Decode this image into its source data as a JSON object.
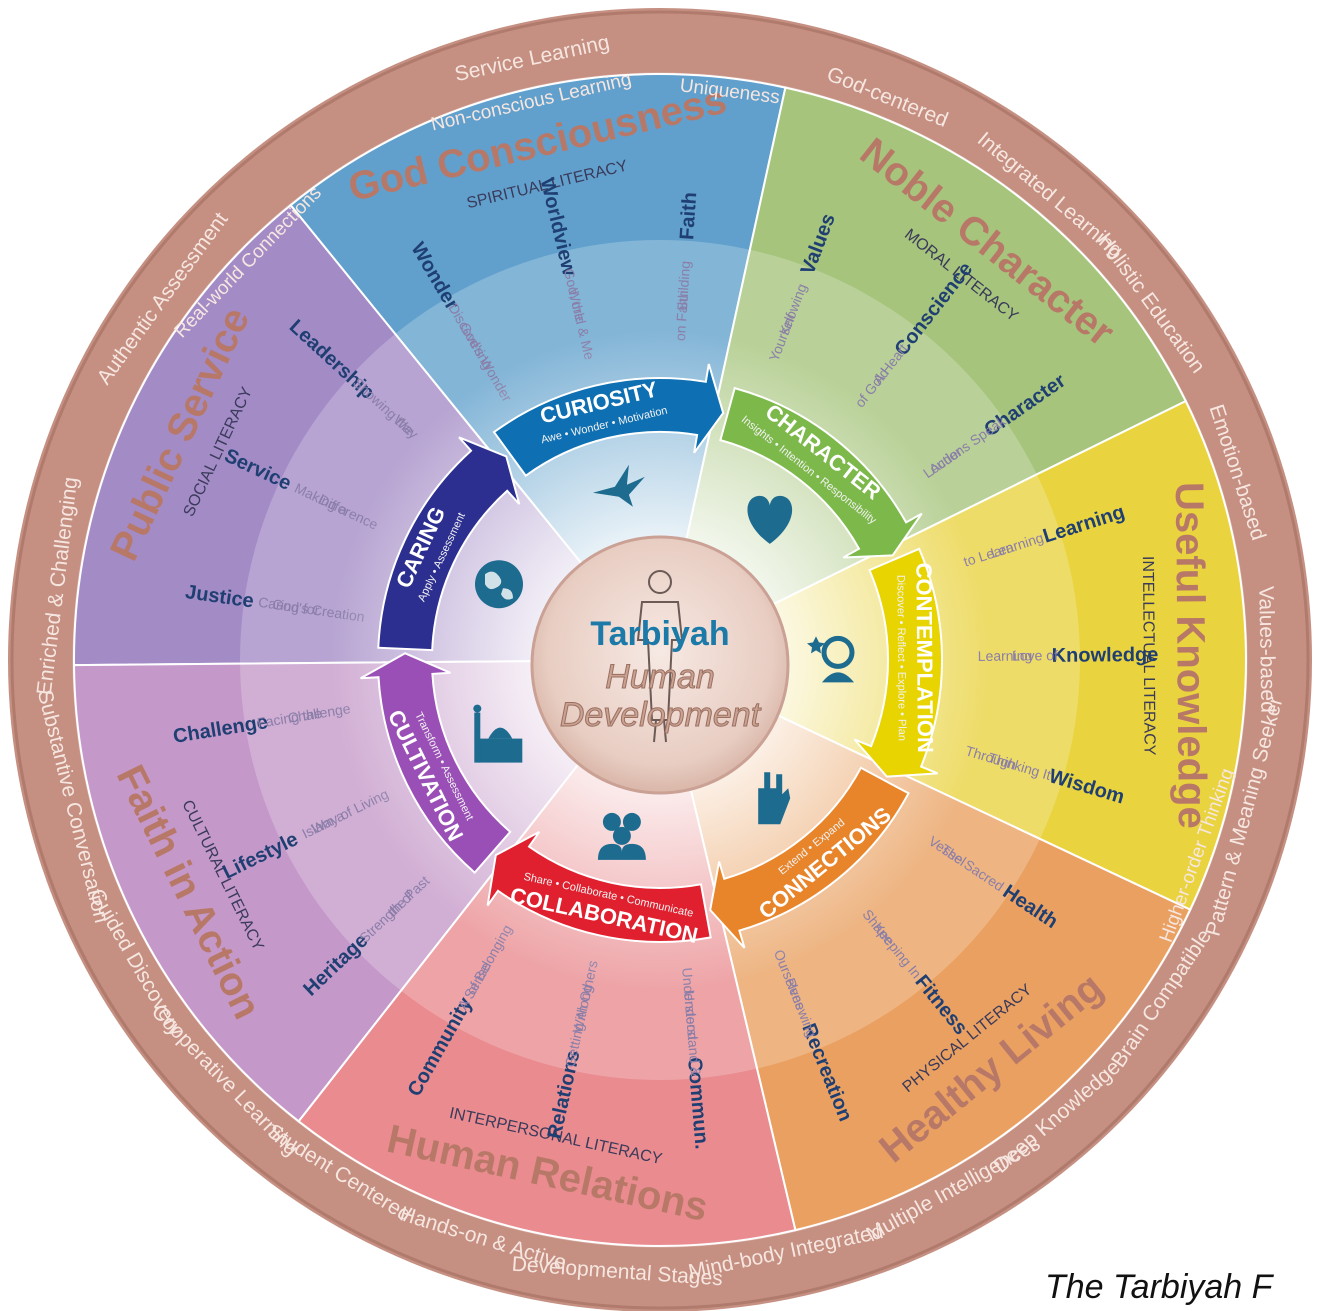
{
  "center": {
    "title": "Tarbiyah",
    "subtitle_line1": "Human",
    "subtitle_line2": "Development"
  },
  "caption": "The Tarbiyah F",
  "outer_ring": {
    "outer_row": [
      "Service Learning",
      "God-centered",
      "Integrated Learning",
      "Holistic Education",
      "Emotion-based",
      "Values-based",
      "Pattern & Meaning Seeker",
      "Brain Compatible",
      "Deep Knowledge",
      "Multiple Intelligences",
      "Mind-body Integrated",
      "Developmental Stages",
      "Hands-on & Active",
      "Student Centered",
      "Cooperative Learning",
      "Guided Discovery",
      "Substantive Conversation",
      "Enriched & Challenging",
      "Authentic Assessment"
    ],
    "inner_row": [
      "Uniqueness",
      "Higher-order Thinking",
      "Non-conscious Learning",
      "Real-world Connections"
    ]
  },
  "sectors": [
    {
      "title": "Public Service",
      "literacy": "SOCIAL LITERACY",
      "color": "#9b8ad6",
      "items": [
        {
          "name": "Justice",
          "desc": [
            "Caring for",
            "God's Creation"
          ]
        },
        {
          "name": "Service",
          "desc": [
            "Making a",
            "Difference"
          ]
        },
        {
          "name": "Leadership",
          "desc": [
            "Showing the",
            "Way"
          ]
        }
      ]
    },
    {
      "title": "God Consciousness",
      "literacy": "SPIRITUAL LITERACY",
      "color": "#4aa3dd",
      "items": [
        {
          "name": "Wonder",
          "desc": [
            "Discovering",
            "God's Wonder"
          ]
        },
        {
          "name": "Worldview",
          "desc": [
            "God, the",
            "World & Me"
          ]
        },
        {
          "name": "Faith",
          "desc": [
            "Building",
            "on Faith"
          ]
        }
      ]
    },
    {
      "title": "Noble Character",
      "literacy": "MORAL LITERACY",
      "color": "#9fcf7a",
      "items": [
        {
          "name": "Values",
          "desc": [
            "Knowing",
            "Yourself"
          ]
        },
        {
          "name": "Conscience",
          "desc": [
            "A Heart",
            "of Gold"
          ]
        },
        {
          "name": "Character",
          "desc": [
            "Actions Speak",
            "Louder"
          ]
        }
      ]
    },
    {
      "title": "Useful Knowledge",
      "literacy": "INTELLECTUAL LITERACY",
      "color": "#f0e230",
      "items": [
        {
          "name": "Learning",
          "desc": [
            "Learning",
            "to Learn"
          ]
        },
        {
          "name": "Knowledge",
          "desc": [
            "Love of",
            "Learning"
          ]
        },
        {
          "name": "Wisdom",
          "desc": [
            "Thinking It",
            "Through"
          ]
        }
      ]
    },
    {
      "title": "Healthy Living",
      "literacy": "PHYSICAL LITERACY",
      "color": "#f2a35a",
      "items": [
        {
          "name": "Health",
          "desc": [
            "The Sacred",
            "Vessel"
          ]
        },
        {
          "name": "Fitness",
          "desc": [
            "Keeping In",
            "Shape"
          ]
        },
        {
          "name": "Recreation",
          "desc": [
            "Renewing",
            "Ourselves"
          ]
        }
      ]
    },
    {
      "title": "Human Relations",
      "literacy": "INTERPERSONAL LITERACY",
      "color": "#f08a92",
      "items": [
        {
          "name": "Commun.",
          "desc": [
            "Understand &",
            "Understood"
          ]
        },
        {
          "name": "Relations",
          "desc": [
            "Getting Along",
            "With Others"
          ]
        },
        {
          "name": "Community",
          "desc": [
            "A Sense",
            "of Belonging"
          ]
        }
      ]
    },
    {
      "title": "Faith in Action",
      "literacy": "CULTURAL LITERACY",
      "color": "#c39ad8",
      "items": [
        {
          "name": "Heritage",
          "desc": [
            "Strength of",
            "the Past"
          ]
        },
        {
          "name": "Lifestyle",
          "desc": [
            "Islam a",
            "Way of Living"
          ]
        },
        {
          "name": "Challenge",
          "desc": [
            "Facing the",
            "Challenge"
          ]
        }
      ]
    }
  ],
  "cycle": [
    {
      "name": "CARING",
      "sub": "Apply • Assessment",
      "color": "#2c2f8f",
      "icon": "globe-icon"
    },
    {
      "name": "CURIOSITY",
      "sub": "Awe • Wonder • Motivation",
      "color": "#0e6fb2",
      "icon": "dove-icon"
    },
    {
      "name": "CHARACTER",
      "sub": "Insights • Intention • Responsibility",
      "color": "#7cb84a",
      "icon": "heart-icon"
    },
    {
      "name": "CONTEMPLATION",
      "sub": "Discover • Reflect • Explore • Plan",
      "color": "#e8d400",
      "icon": "thinker-icon"
    },
    {
      "name": "CONNECTIONS",
      "sub": "Extend • Expand",
      "color": "#e8852a",
      "icon": "raised-hand-icon"
    },
    {
      "name": "COLLABORATION",
      "sub": "Share • Collaborate • Communicate",
      "color": "#e0202e",
      "icon": "group-icon"
    },
    {
      "name": "CULTIVATION",
      "sub": "Transform • Assessment",
      "color": "#9a4fb6",
      "icon": "mosque-icon"
    }
  ]
}
